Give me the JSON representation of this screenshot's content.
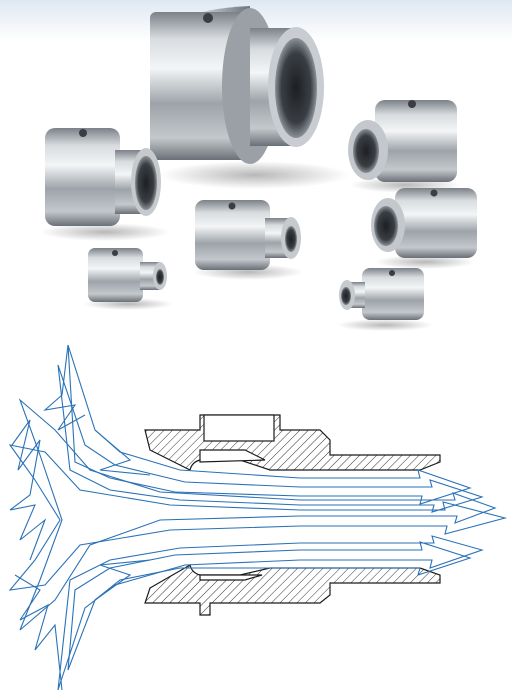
{
  "photo": {
    "subject": "nozzle-group",
    "nozzles": [
      {
        "name": "large-nozzle"
      },
      {
        "name": "medium-left-nozzle"
      },
      {
        "name": "right-upper-nozzle"
      },
      {
        "name": "center-nozzle"
      },
      {
        "name": "right-middle-nozzle"
      },
      {
        "name": "small-left-nozzle"
      },
      {
        "name": "small-right-nozzle"
      }
    ],
    "colors": {
      "metal_light": "#e6e9ec",
      "metal_mid": "#a9aeb4",
      "metal_dark": "#5d636a",
      "bore": "#2a2d31",
      "backdrop_top": "#dfe8f2"
    }
  },
  "diagram": {
    "subject": "airflow-cross-section",
    "colors": {
      "flow_line": "#2a72b8",
      "section_line": "#1b1b1b",
      "hatch": "#333333"
    }
  }
}
